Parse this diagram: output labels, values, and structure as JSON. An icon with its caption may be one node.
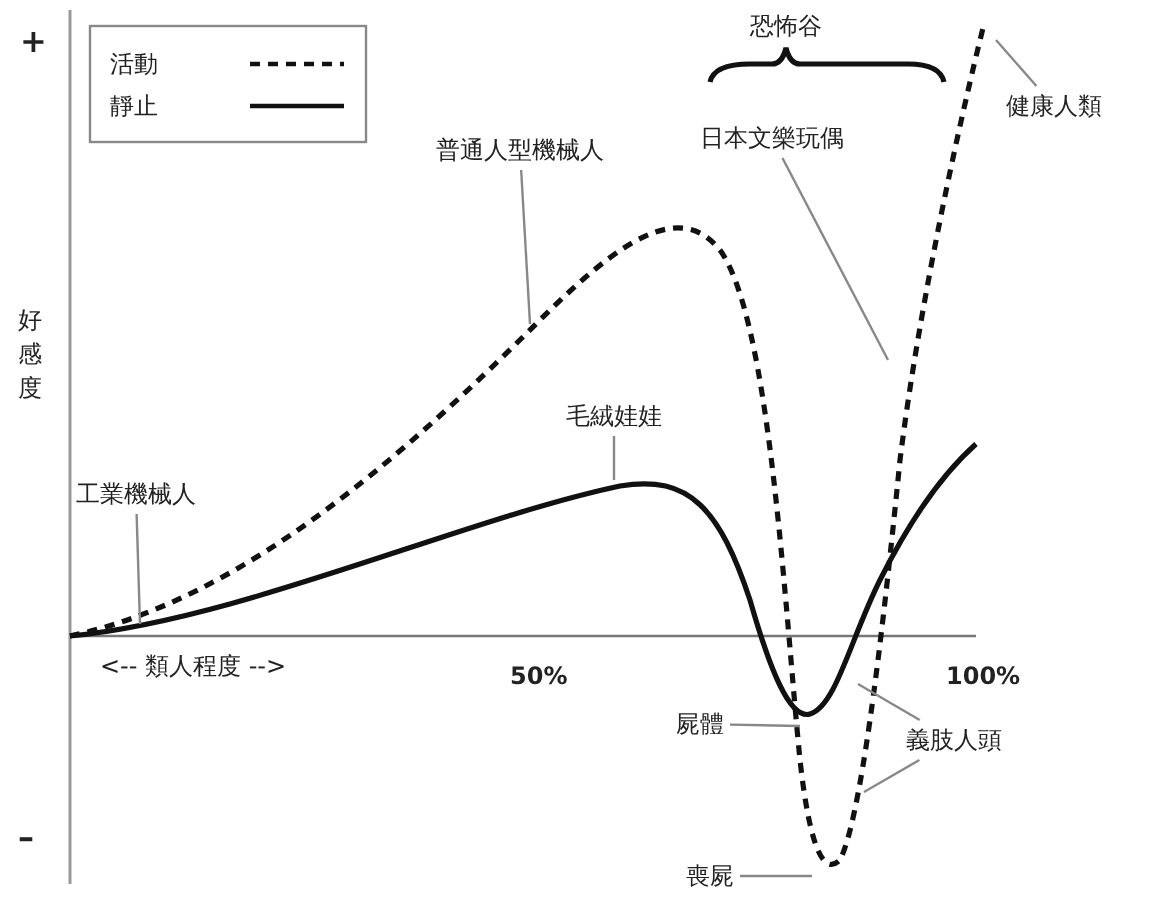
{
  "diagram": {
    "nodes": [
      {
        "text": [
          "工業機械人"
        ]
      },
      {
        "text": [
          "普通人型機械人"
        ]
      },
      {
        "text": [
          "毛絨娃娃"
        ]
      },
      {
        "text": [
          "日本文樂玩偶"
        ]
      },
      {
        "text": [
          "健康人類"
        ]
      },
      {
        "text": [
          "屍體"
        ]
      },
      {
        "text": [
          "義肢人頭"
        ]
      },
      {
        "text": [
          "喪屍"
        ]
      }
    ],
    "edges": [
      {
        "from": 0,
        "to": null,
        "arrow": "none"
      },
      {
        "from": 1,
        "to": null,
        "arrow": "none"
      },
      {
        "from": 2,
        "to": null,
        "arrow": "none"
      },
      {
        "from": 3,
        "to": null,
        "arrow": "none"
      },
      {
        "from": 4,
        "to": null,
        "arrow": "none"
      },
      {
        "from": 5,
        "to": null,
        "arrow": "none"
      },
      {
        "from": 6,
        "to": null,
        "arrow": "none"
      },
      {
        "from": 6,
        "to": null,
        "arrow": "none"
      },
      {
        "from": 7,
        "to": null,
        "arrow": "none"
      }
    ],
    "labels": [
      "+",
      "好感度",
      "–",
      "<-- 類人程度 -->",
      "50%",
      "100%",
      "恐怖谷"
    ],
    "legend": [
      {
        "text": "活動"
      },
      {
        "text": "靜止"
      }
    ]
  }
}
